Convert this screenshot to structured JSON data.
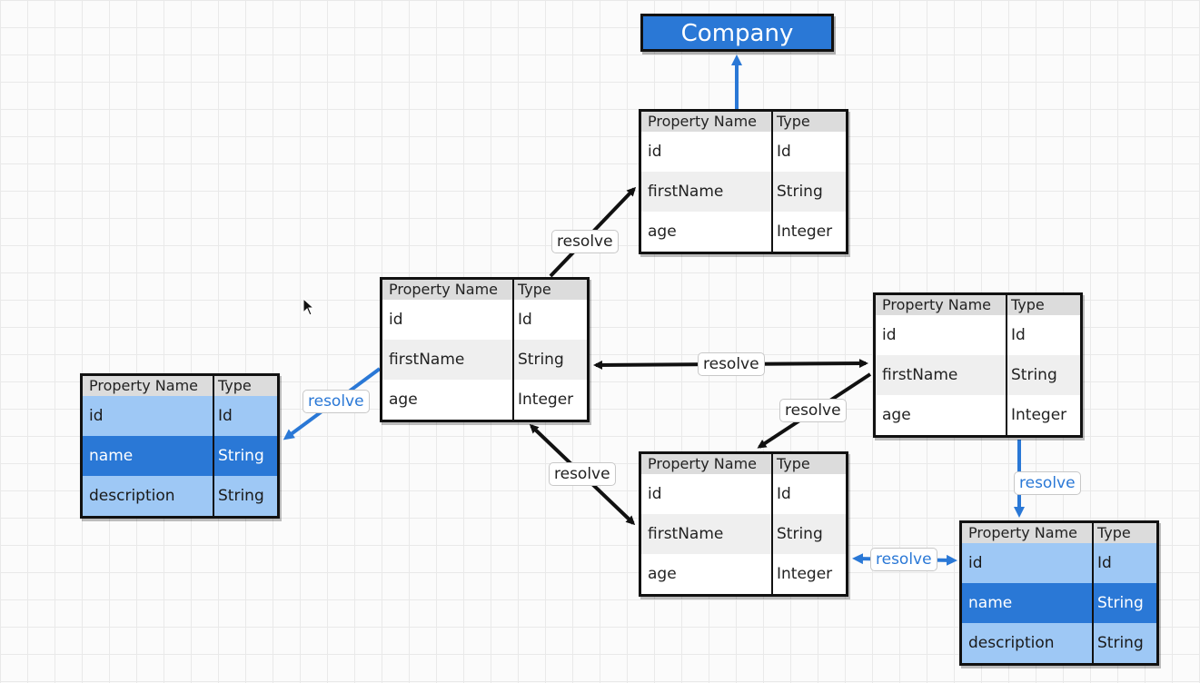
{
  "company": {
    "label": "Company"
  },
  "edge_label": "resolve",
  "tables": {
    "top_user": {
      "header": [
        "Property Name",
        "Type"
      ],
      "rows": [
        [
          "id",
          "Id"
        ],
        [
          "firstName",
          "String"
        ],
        [
          "age",
          "Integer"
        ]
      ]
    },
    "center_user": {
      "header": [
        "Property Name",
        "Type"
      ],
      "rows": [
        [
          "id",
          "Id"
        ],
        [
          "firstName",
          "String"
        ],
        [
          "age",
          "Integer"
        ]
      ]
    },
    "right_user": {
      "header": [
        "Property Name",
        "Type"
      ],
      "rows": [
        [
          "id",
          "Id"
        ],
        [
          "firstName",
          "String"
        ],
        [
          "age",
          "Integer"
        ]
      ]
    },
    "bottom_user": {
      "header": [
        "Property Name",
        "Type"
      ],
      "rows": [
        [
          "id",
          "Id"
        ],
        [
          "firstName",
          "String"
        ],
        [
          "age",
          "Integer"
        ]
      ]
    },
    "left_company": {
      "header": [
        "Property Name",
        "Type"
      ],
      "rows": [
        [
          "id",
          "Id"
        ],
        [
          "name",
          "String"
        ],
        [
          "description",
          "String"
        ]
      ]
    },
    "right_company": {
      "header": [
        "Property Name",
        "Type"
      ],
      "rows": [
        [
          "id",
          "Id"
        ],
        [
          "name",
          "String"
        ],
        [
          "description",
          "String"
        ]
      ]
    }
  },
  "colors": {
    "accent": "#2a78d6",
    "light_blue": "#9ec8f5",
    "line": "#111111"
  }
}
